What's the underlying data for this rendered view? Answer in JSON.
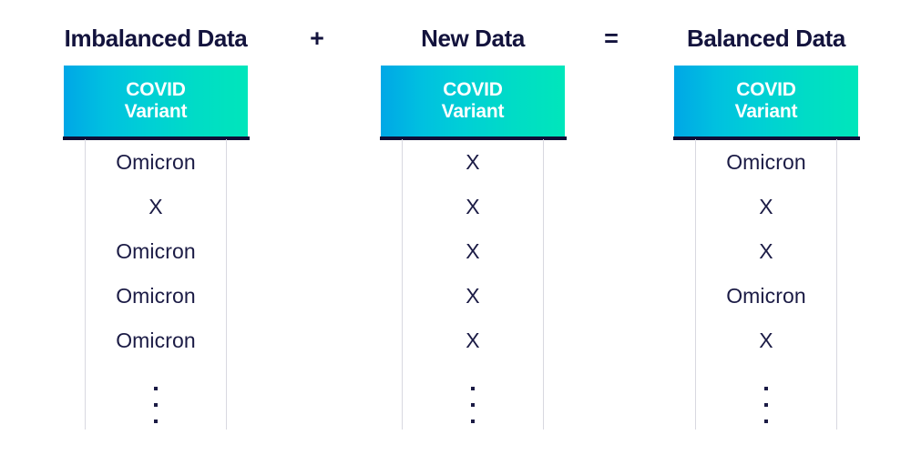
{
  "operators": {
    "plus": "+",
    "equals": "="
  },
  "tables": [
    {
      "caption": "Imbalanced Data",
      "header": {
        "line1": "COVID",
        "line2": "Variant"
      },
      "rows": [
        "Omicron",
        "X",
        "Omicron",
        "Omicron",
        "Omicron"
      ],
      "continuation": "⋮"
    },
    {
      "caption": "New Data",
      "header": {
        "line1": "COVID",
        "line2": "Variant"
      },
      "rows": [
        "X",
        "X",
        "X",
        "X",
        "X"
      ],
      "continuation": "⋮"
    },
    {
      "caption": "Balanced Data",
      "header": {
        "line1": "COVID",
        "line2": "Variant"
      },
      "rows": [
        "Omicron",
        "X",
        "X",
        "Omicron",
        "X"
      ],
      "continuation": "⋮"
    }
  ],
  "colors": {
    "header_gradient_start": "#00a7e6",
    "header_gradient_end": "#00e6bb",
    "header_text": "#ffffff",
    "caption_text": "#13133d",
    "rule": "#0e0e36",
    "gridline": "#d8d8e0",
    "body_text": "#1b1b45",
    "background": "#ffffff"
  }
}
